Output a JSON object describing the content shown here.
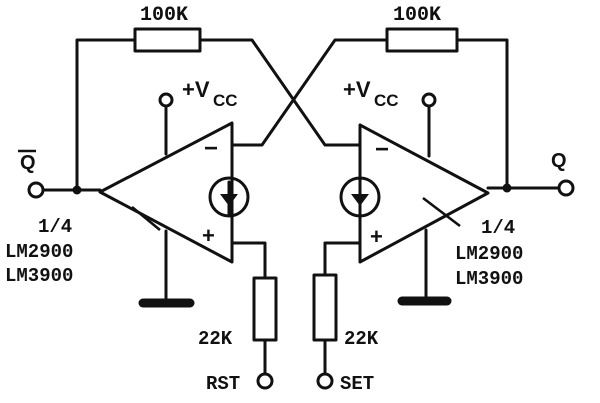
{
  "colors": {
    "ink": "#111111",
    "paper": "#ffffff"
  },
  "resistors": {
    "feedback_left": "100K",
    "feedback_right": "100K",
    "input_left": "22K",
    "input_right": "22K"
  },
  "supply": {
    "left": "+V",
    "right": "+V",
    "sub": "CC"
  },
  "pins": {
    "minus": "−",
    "plus": "+"
  },
  "opamp_label": {
    "fraction": "1/4",
    "part1": "LM2900",
    "part2": "LM3900"
  },
  "terminals": {
    "q_bar": "Q",
    "q": "Q",
    "rst": "RST",
    "set": "SET"
  }
}
